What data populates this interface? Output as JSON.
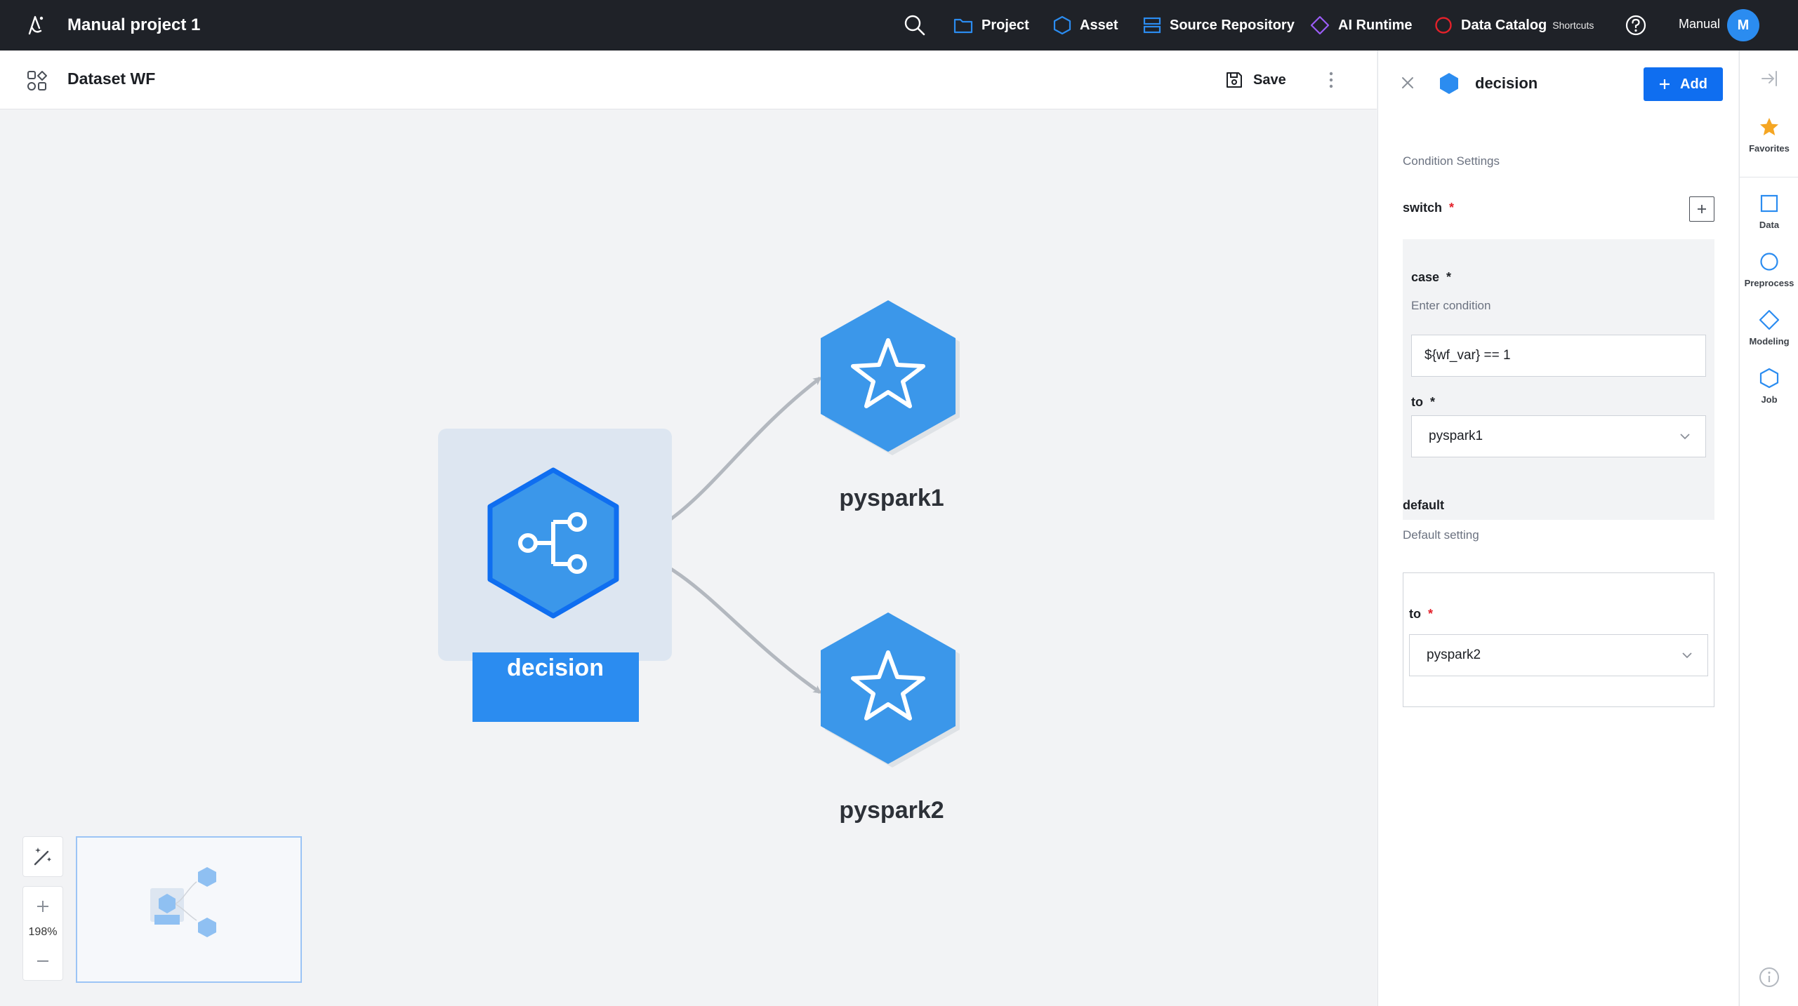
{
  "topbar": {
    "app_title": "Manual project 1",
    "nav": [
      {
        "label": "Project",
        "icon": "folder-icon",
        "color": "#2b8cf0"
      },
      {
        "label": "Asset",
        "icon": "hexagon-icon",
        "color": "#2b8cf0"
      },
      {
        "label": "Source Repository",
        "icon": "server-icon",
        "color": "#2b8cf0"
      },
      {
        "label": "AI Runtime",
        "icon": "diamond-icon",
        "color": "#9b5cf6"
      },
      {
        "label": "Data Catalog",
        "icon": "circle-icon",
        "color": "#e3212a"
      }
    ],
    "shortcuts_label": "Shortcuts",
    "user_name": "Manual",
    "user_initial": "M"
  },
  "canvas_header": {
    "title": "Dataset WF",
    "save_label": "Save"
  },
  "canvas": {
    "nodes": [
      {
        "label": "decision",
        "type": "decision",
        "selected": true
      },
      {
        "label": "pyspark1",
        "type": "job"
      },
      {
        "label": "pyspark2",
        "type": "job"
      }
    ],
    "zoom": "198%"
  },
  "panel": {
    "title": "decision",
    "add_label": "Add",
    "section_title": "Condition Settings",
    "switch_label": "switch",
    "case_label": "case",
    "case_hint": "Enter condition",
    "case_value": "${wf_var} == 1",
    "to_label": "to",
    "case_to_value": "pyspark1",
    "default_label": "default",
    "default_hint": "Default setting",
    "default_to_label": "to",
    "default_to_value": "pyspark2",
    "required_mark": "*"
  },
  "rail": {
    "items": [
      {
        "label": "Favorites",
        "icon": "star-icon"
      },
      {
        "label": "Data",
        "icon": "square-icon"
      },
      {
        "label": "Preprocess",
        "icon": "circle-icon"
      },
      {
        "label": "Modeling",
        "icon": "diamond-icon"
      },
      {
        "label": "Job",
        "icon": "hexagon-icon"
      }
    ]
  },
  "colors": {
    "accent": "#0f6ef0",
    "node_blue": "#3b97ea",
    "topbar_bg": "#1f2228",
    "star": "#f5a623"
  }
}
